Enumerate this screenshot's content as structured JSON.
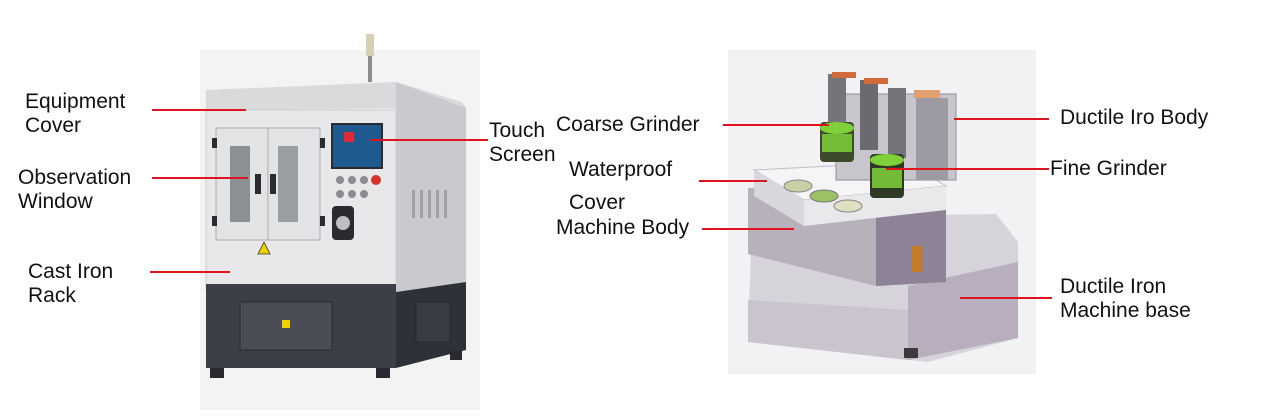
{
  "colors": {
    "leader": "#e0141e",
    "machine_light": "#e6e6e8",
    "machine_dark": "#3c3f47",
    "base_purple": "#b8aebd",
    "grinder_green": "#7fd13a"
  },
  "left_machine": {
    "labels": {
      "equipment_cover": [
        "Equipment",
        "Cover"
      ],
      "observation_window": [
        "Observation",
        "Window"
      ],
      "cast_iron_rack": [
        "Cast Iron",
        "Rack"
      ],
      "touch_screen": [
        "Touch",
        "Screen"
      ]
    }
  },
  "right_machine": {
    "labels": {
      "coarse_grinder": "Coarse Grinder",
      "waterproof_cover": [
        "Waterproof",
        "Cover"
      ],
      "machine_body": "Machine Body",
      "ductile_iro_body": "Ductile Iro Body",
      "fine_grinder": "Fine Grinder",
      "ductile_iron_base": [
        "Ductile Iron",
        "Machine base"
      ]
    }
  }
}
